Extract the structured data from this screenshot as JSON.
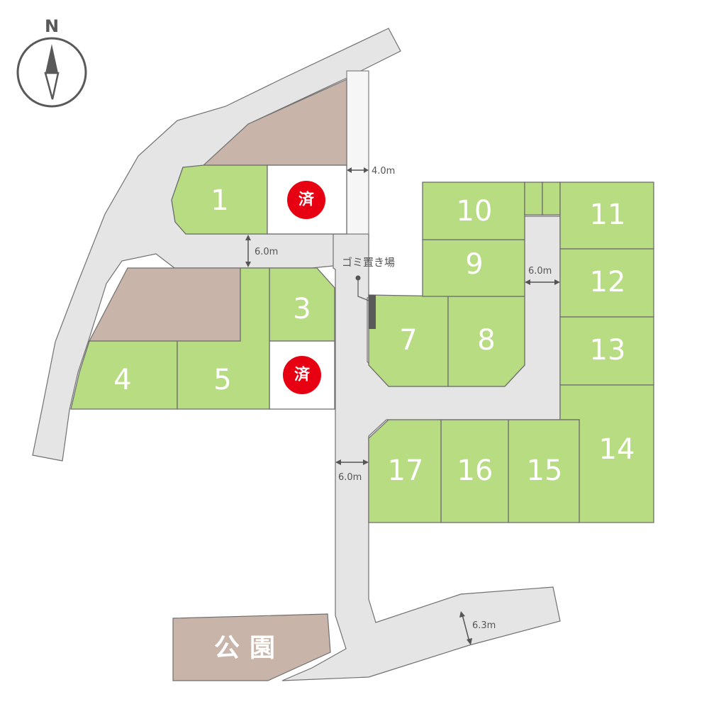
{
  "compass": {
    "label": "N",
    "icon": "compass-icon"
  },
  "lots": [
    {
      "id": "1",
      "label": "1",
      "status": "available"
    },
    {
      "id": "2",
      "label": "済",
      "status": "sold"
    },
    {
      "id": "3",
      "label": "3",
      "status": "available"
    },
    {
      "id": "4",
      "label": "4",
      "status": "available"
    },
    {
      "id": "5",
      "label": "5",
      "status": "available"
    },
    {
      "id": "6",
      "label": "済",
      "status": "sold"
    },
    {
      "id": "7",
      "label": "7",
      "status": "available"
    },
    {
      "id": "8",
      "label": "8",
      "status": "available"
    },
    {
      "id": "9",
      "label": "9",
      "status": "available"
    },
    {
      "id": "10",
      "label": "10",
      "status": "available"
    },
    {
      "id": "11",
      "label": "11",
      "status": "available"
    },
    {
      "id": "12",
      "label": "12",
      "status": "available"
    },
    {
      "id": "13",
      "label": "13",
      "status": "available"
    },
    {
      "id": "14",
      "label": "14",
      "status": "available"
    },
    {
      "id": "15",
      "label": "15",
      "status": "available"
    },
    {
      "id": "16",
      "label": "16",
      "status": "available"
    },
    {
      "id": "17",
      "label": "17",
      "status": "available"
    }
  ],
  "sold_badge": "済",
  "dimensions": {
    "path_width": "4.0m",
    "upper_road": "6.0m",
    "right_road": "6.0m",
    "main_road": "6.0m",
    "south_road": "6.3m"
  },
  "labels": {
    "garbage_area": "ゴミ置き場",
    "park": "公園"
  },
  "colors": {
    "lot_available": "#b8dc82",
    "lot_sold": "#ffffff",
    "sold_badge": "#e60012",
    "road": "#e5e5e5",
    "other_land": "#c8b4a9"
  }
}
